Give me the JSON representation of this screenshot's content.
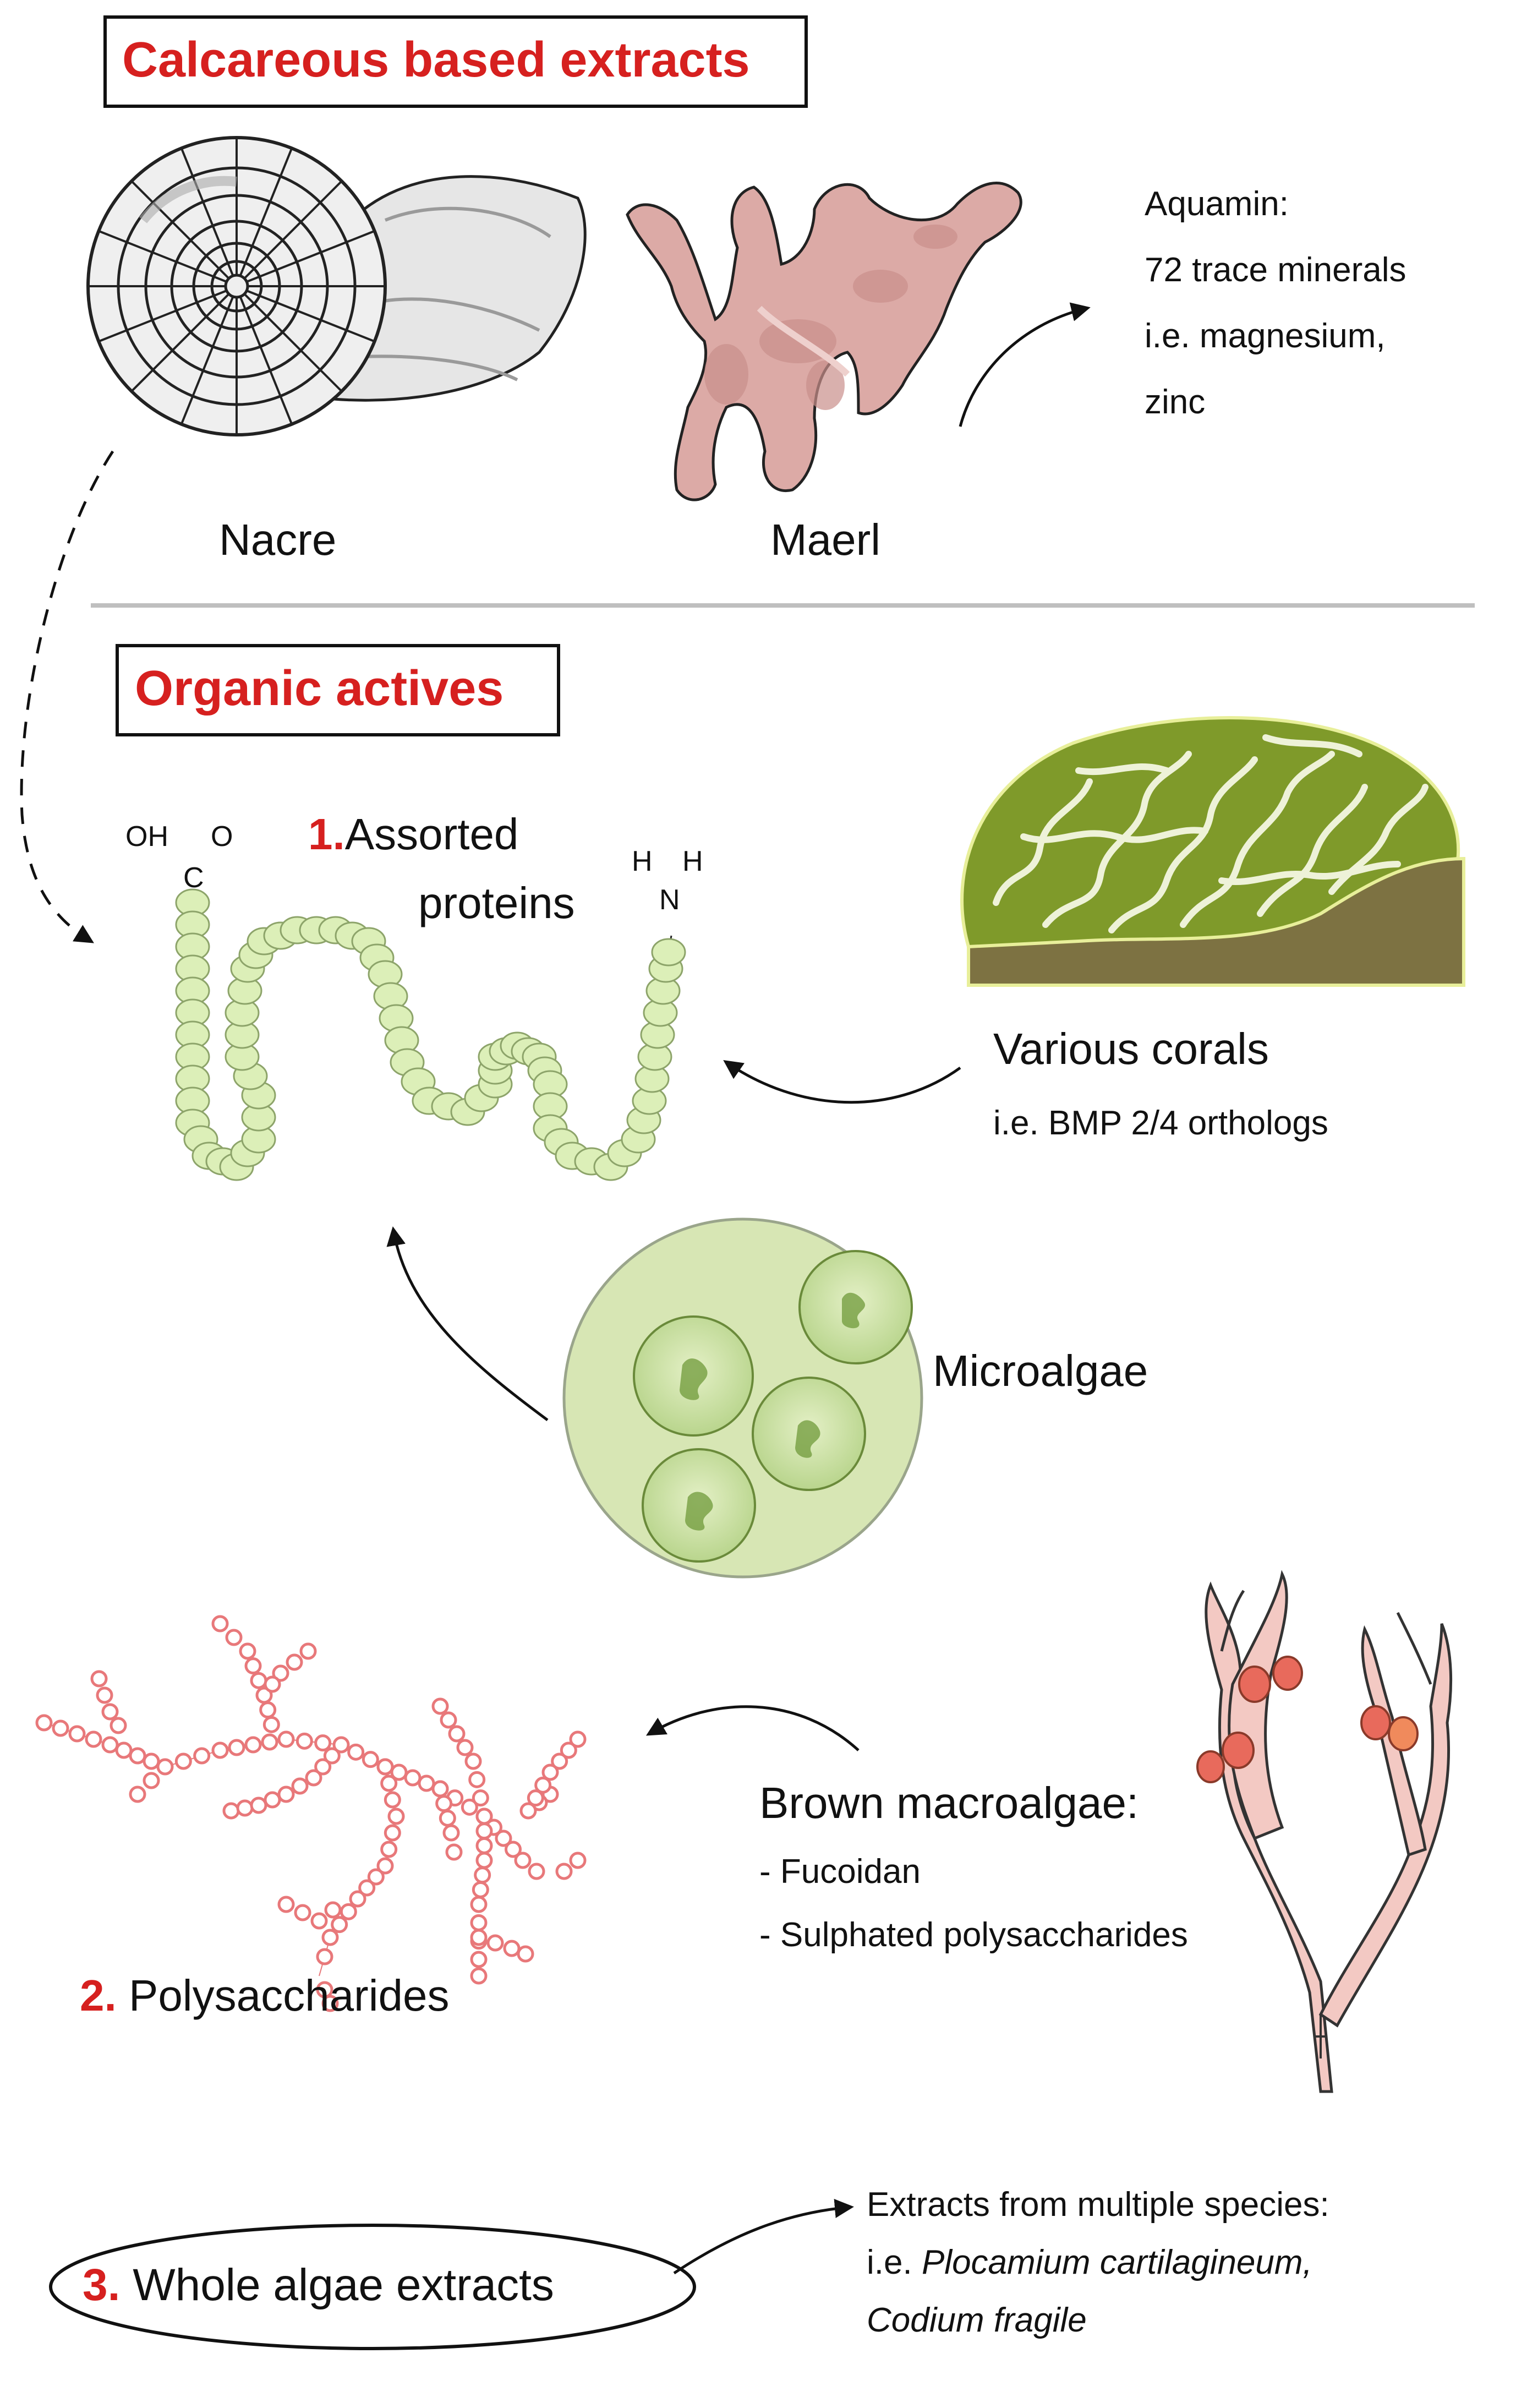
{
  "headers": {
    "calcareous": "Calcareous based extracts",
    "organic": "Organic actives"
  },
  "calcareous": {
    "nacre_label": "Nacre",
    "maerl_label": "Maerl",
    "aquamin_lines": [
      "Aquamin:",
      "72 trace minerals",
      "i.e. magnesium,",
      "zinc"
    ]
  },
  "proteins": {
    "number": "1.",
    "label_line1": "Assorted",
    "label_line2": "proteins",
    "cooh_oh": "OH",
    "cooh_o": "O",
    "cooh_c": "C",
    "amine_h1": "H",
    "amine_h2": "H",
    "amine_n": "N"
  },
  "corals": {
    "title": "Various corals",
    "subtitle": "i.e. BMP 2/4 orthologs"
  },
  "microalgae": {
    "label": "Microalgae"
  },
  "polysaccharides": {
    "number": "2.",
    "label": "Polysaccharides"
  },
  "brown_macroalgae": {
    "title": "Brown macroalgae:",
    "items": [
      "- Fucoidan",
      "- Sulphated polysaccharides"
    ]
  },
  "whole_algae": {
    "number": "3.",
    "label": "Whole algae extracts",
    "extracts_title": "Extracts from multiple species:",
    "extracts_prefix": "i.e. ",
    "species1": "Plocamium cartilagineum,",
    "species2": "Codium fragile"
  },
  "icons": [
    "nautilus-shell-icon",
    "maerl-icon",
    "protein-chain-icon",
    "brain-coral-icon",
    "microalgae-cells-icon",
    "polysaccharide-icon",
    "brown-seaweed-icon"
  ],
  "colors": {
    "accent_red": "#d6201f",
    "protein_bead": "#dcefb8",
    "coral_green": "#7f9a2a",
    "coral_base": "#7d7242",
    "microalgae_fill": "#d7e6b4",
    "polysaccharide_ring": "#e8787a",
    "maerl_pink": "#dcaaa6",
    "seaweed_pink": "#f3c9c3",
    "divider_gray": "#bfbfbf"
  }
}
